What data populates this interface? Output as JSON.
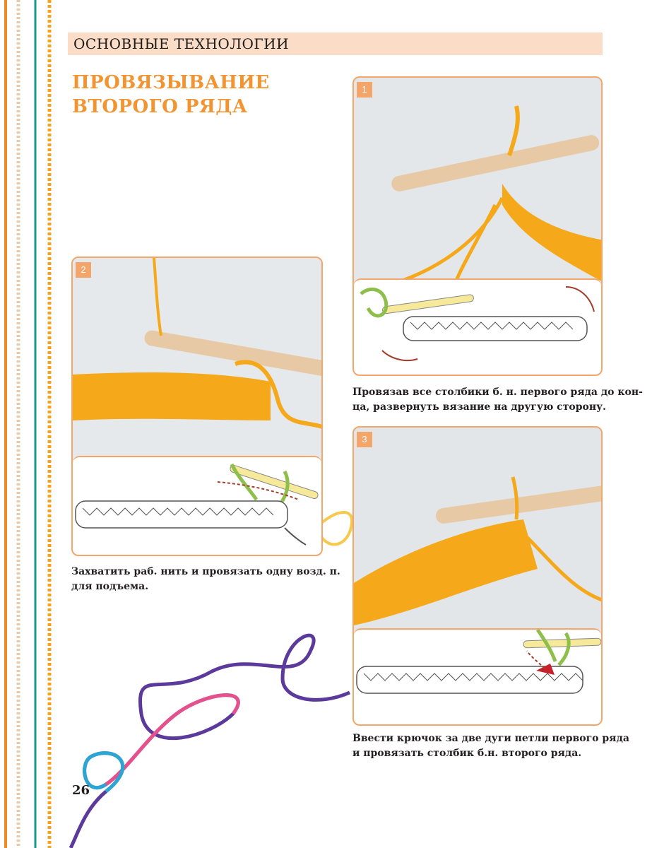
{
  "header": {
    "section": "ОСНОВНЫЕ ТЕХНОЛОГИИ"
  },
  "title": {
    "line1": "ПРОВЯЗЫВАНИЕ",
    "line2": "ВТОРОГО РЯДА"
  },
  "steps": [
    {
      "number": "1",
      "caption_line1": "Провязав все столбики б. н. первого ряда до кон-",
      "caption_line2": "ца, развернуть вязание на другую сторону."
    },
    {
      "number": "2",
      "caption_line1": "Захватить раб. нить и провязать одну возд. п.",
      "caption_line2": "для подъема."
    },
    {
      "number": "3",
      "caption_line1": "Ввести крючок за две дуги петли первого ряда",
      "caption_line2": "и провязать столбик б.н. второго ряда."
    }
  ],
  "footer": {
    "page_number": "26"
  },
  "colors": {
    "accent": "#f39433",
    "panel_border": "#f3a56a",
    "header_band": "#fbdcc6",
    "yarn": "#f5a91a"
  }
}
